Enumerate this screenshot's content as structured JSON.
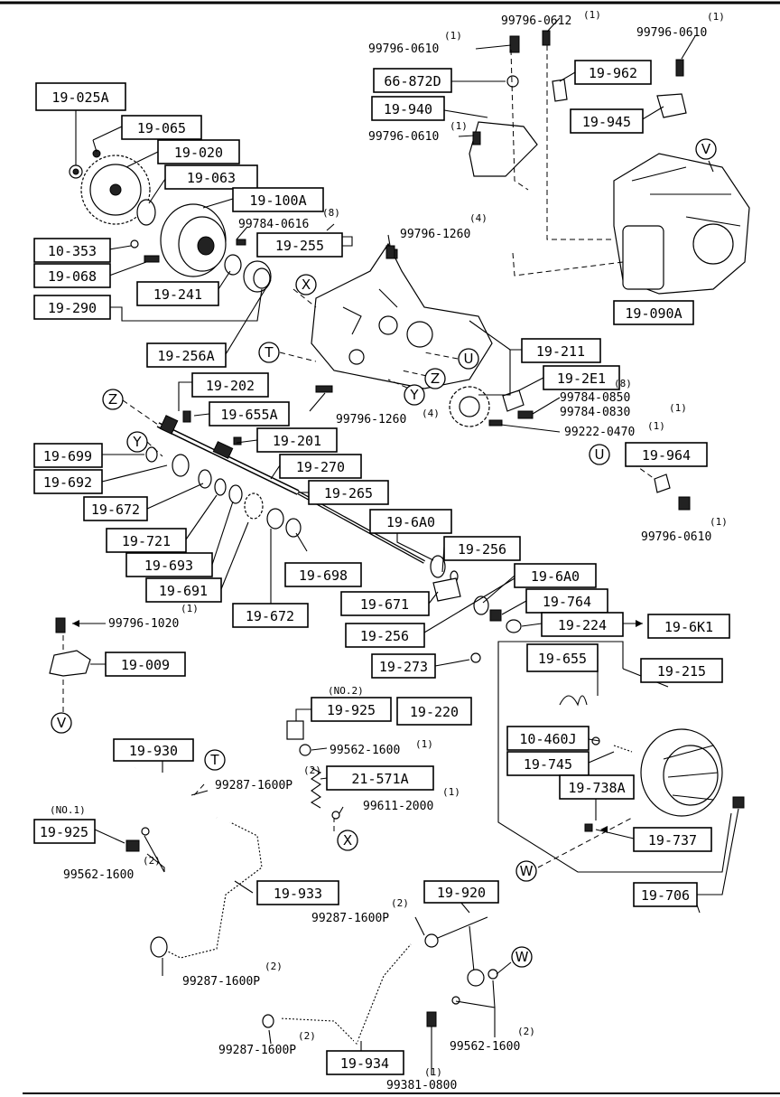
{
  "labels": {
    "l1": "19-025A",
    "l2": "19-065",
    "l3": "19-020",
    "l4": "19-063",
    "l5": "19-100A",
    "l6": "10-353",
    "l7": "19-068",
    "l8": "19-255",
    "l9": "19-241",
    "l10": "19-290",
    "l11": "19-256A",
    "l12": "66-872D",
    "l13": "19-962",
    "l14": "19-940",
    "l15": "19-945",
    "l16": "19-090A",
    "l17": "19-211",
    "l18": "19-2E1",
    "l19": "19-202",
    "l20": "19-655A",
    "l21": "19-201",
    "l22": "19-699",
    "l23": "19-270",
    "l24": "19-692",
    "l25": "19-265",
    "l26": "19-672",
    "l27": "19-6A0",
    "l28": "19-721",
    "l29": "19-256",
    "l30": "19-693",
    "l31": "19-698",
    "l32": "19-6A0",
    "l33": "19-691",
    "l34": "19-671",
    "l35": "19-764",
    "l36": "19-672",
    "l37": "19-256",
    "l38": "19-224",
    "l39": "19-6K1",
    "l40": "19-009",
    "l41": "19-273",
    "l42": "19-655",
    "l43": "19-215",
    "l44": "19-925",
    "l45": "19-220",
    "l46": "10-460J",
    "l47": "19-930",
    "l48": "21-571A",
    "l49": "19-745",
    "l50": "19-738A",
    "l51": "19-925",
    "l52": "19-737",
    "l53": "19-933",
    "l54": "19-706",
    "l55": "19-920",
    "l56": "19-934",
    "l57": "19-964"
  },
  "refs": {
    "r1": "99796-0612",
    "r2": "99796-0610",
    "r3": "99796-0610",
    "r4": "99796-0610",
    "r5": "99784-0616",
    "r6": "99796-1260",
    "r7": "99796-1260",
    "r8": "99784-0850",
    "r9": "99784-0830",
    "r10": "99222-0470",
    "r11": "99796-0610",
    "r12": "99796-1020",
    "r13": "99562-1600",
    "r14": "99287-1600P",
    "r15": "99611-2000",
    "r16": "99562-1600",
    "r17": "99287-1600P",
    "r18": "99287-1600P",
    "r19": "99287-1600P",
    "r20": "99562-1600",
    "r21": "99381-0800"
  },
  "qty": {
    "q1": "(1)",
    "q2": "(1)",
    "q3": "(1)",
    "q4": "(1)",
    "q5": "(8)",
    "q6": "(4)",
    "q7": "(4)",
    "q8": "(8)",
    "q9": "(1)",
    "q10": "(1)",
    "q11": "(1)",
    "q12": "(1)",
    "q13": "(1)",
    "q14": "(2)",
    "q15": "(1)",
    "q16": "(2)",
    "q17": "(2)",
    "q18": "(2)",
    "q19": "(2)",
    "q20": "(2)",
    "q21": "(1)"
  },
  "notes": {
    "no2": "(NO.2)",
    "no1": "(NO.1)"
  },
  "callouts": {
    "x": "X",
    "t": "T",
    "u": "U",
    "z": "Z",
    "y": "Y",
    "v": "V",
    "w": "W"
  },
  "colors": {
    "ink": "#000000",
    "paper": "#ffffff"
  }
}
